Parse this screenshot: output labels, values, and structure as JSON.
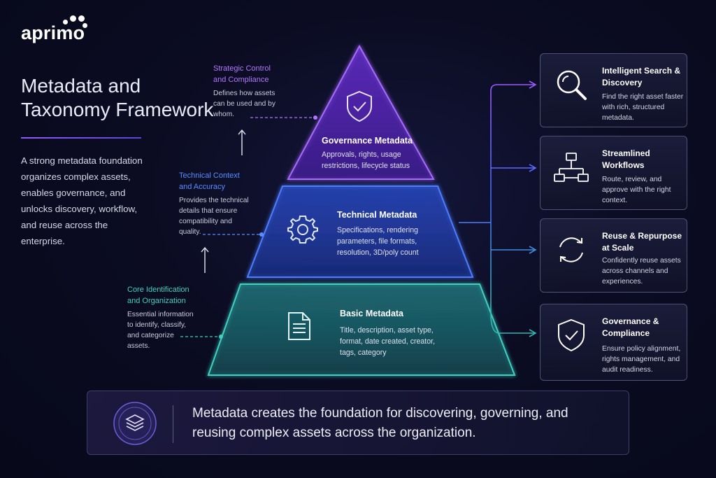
{
  "brand": {
    "logo_text": "aprimo"
  },
  "header": {
    "title": "Metadata and Taxonomy Framework"
  },
  "intro": {
    "text": "A strong metadata foundation organizes complex assets, enables governance, and unlocks discovery, workflow, and reuse across the enterprise."
  },
  "side_labels": [
    {
      "heading_line1": "Strategic Control",
      "heading_line2": "and Compliance",
      "text": "Defines how assets can be used and by whom.",
      "color": "#b277ff"
    },
    {
      "heading_line1": "Technical Context",
      "heading_line2": "and Accuracy",
      "text": "Provides the technical details that ensure compatibility and quality.",
      "color": "#5a8dff"
    },
    {
      "heading_line1": "Core Identification",
      "heading_line2": "and Organization",
      "text": "Essential information to identify, classify, and categorize assets.",
      "color": "#3fd0c0"
    }
  ],
  "pyramid": [
    {
      "title": "Governance Metadata",
      "text": "Approvals, rights, usage restrictions, lifecycle status",
      "icon": "shield-check-icon",
      "color": "#8b46ff"
    },
    {
      "title": "Technical Metadata",
      "text": "Specifications, rendering parameters, file formats, resolution, 3D/poly count",
      "icon": "gear-icon",
      "color": "#3d6dff"
    },
    {
      "title": "Basic Metadata",
      "text": "Title, description, asset type, format, date created, creator, tags, category",
      "icon": "document-icon",
      "color": "#2fb8b0"
    }
  ],
  "benefits": [
    {
      "title": "Intelligent Search & Discovery",
      "text": "Find the right asset faster with rich, structured metadata.",
      "icon": "magnifier-icon"
    },
    {
      "title": "Streamlined Workflows",
      "text": "Route, review, and approve with the right context.",
      "icon": "workflow-icon"
    },
    {
      "title": "Reuse & Repurpose at Scale",
      "text": "Confidently reuse assets across channels and experiences.",
      "icon": "recycle-icon"
    },
    {
      "title": "Governance & Compliance",
      "text": "Ensure policy alignment, rights management, and audit readiness.",
      "icon": "shield-check-icon"
    }
  ],
  "footer": {
    "text": "Metadata creates the foundation for discovering, governing, and reusing complex assets across the organization.",
    "icon": "layers-icon"
  }
}
